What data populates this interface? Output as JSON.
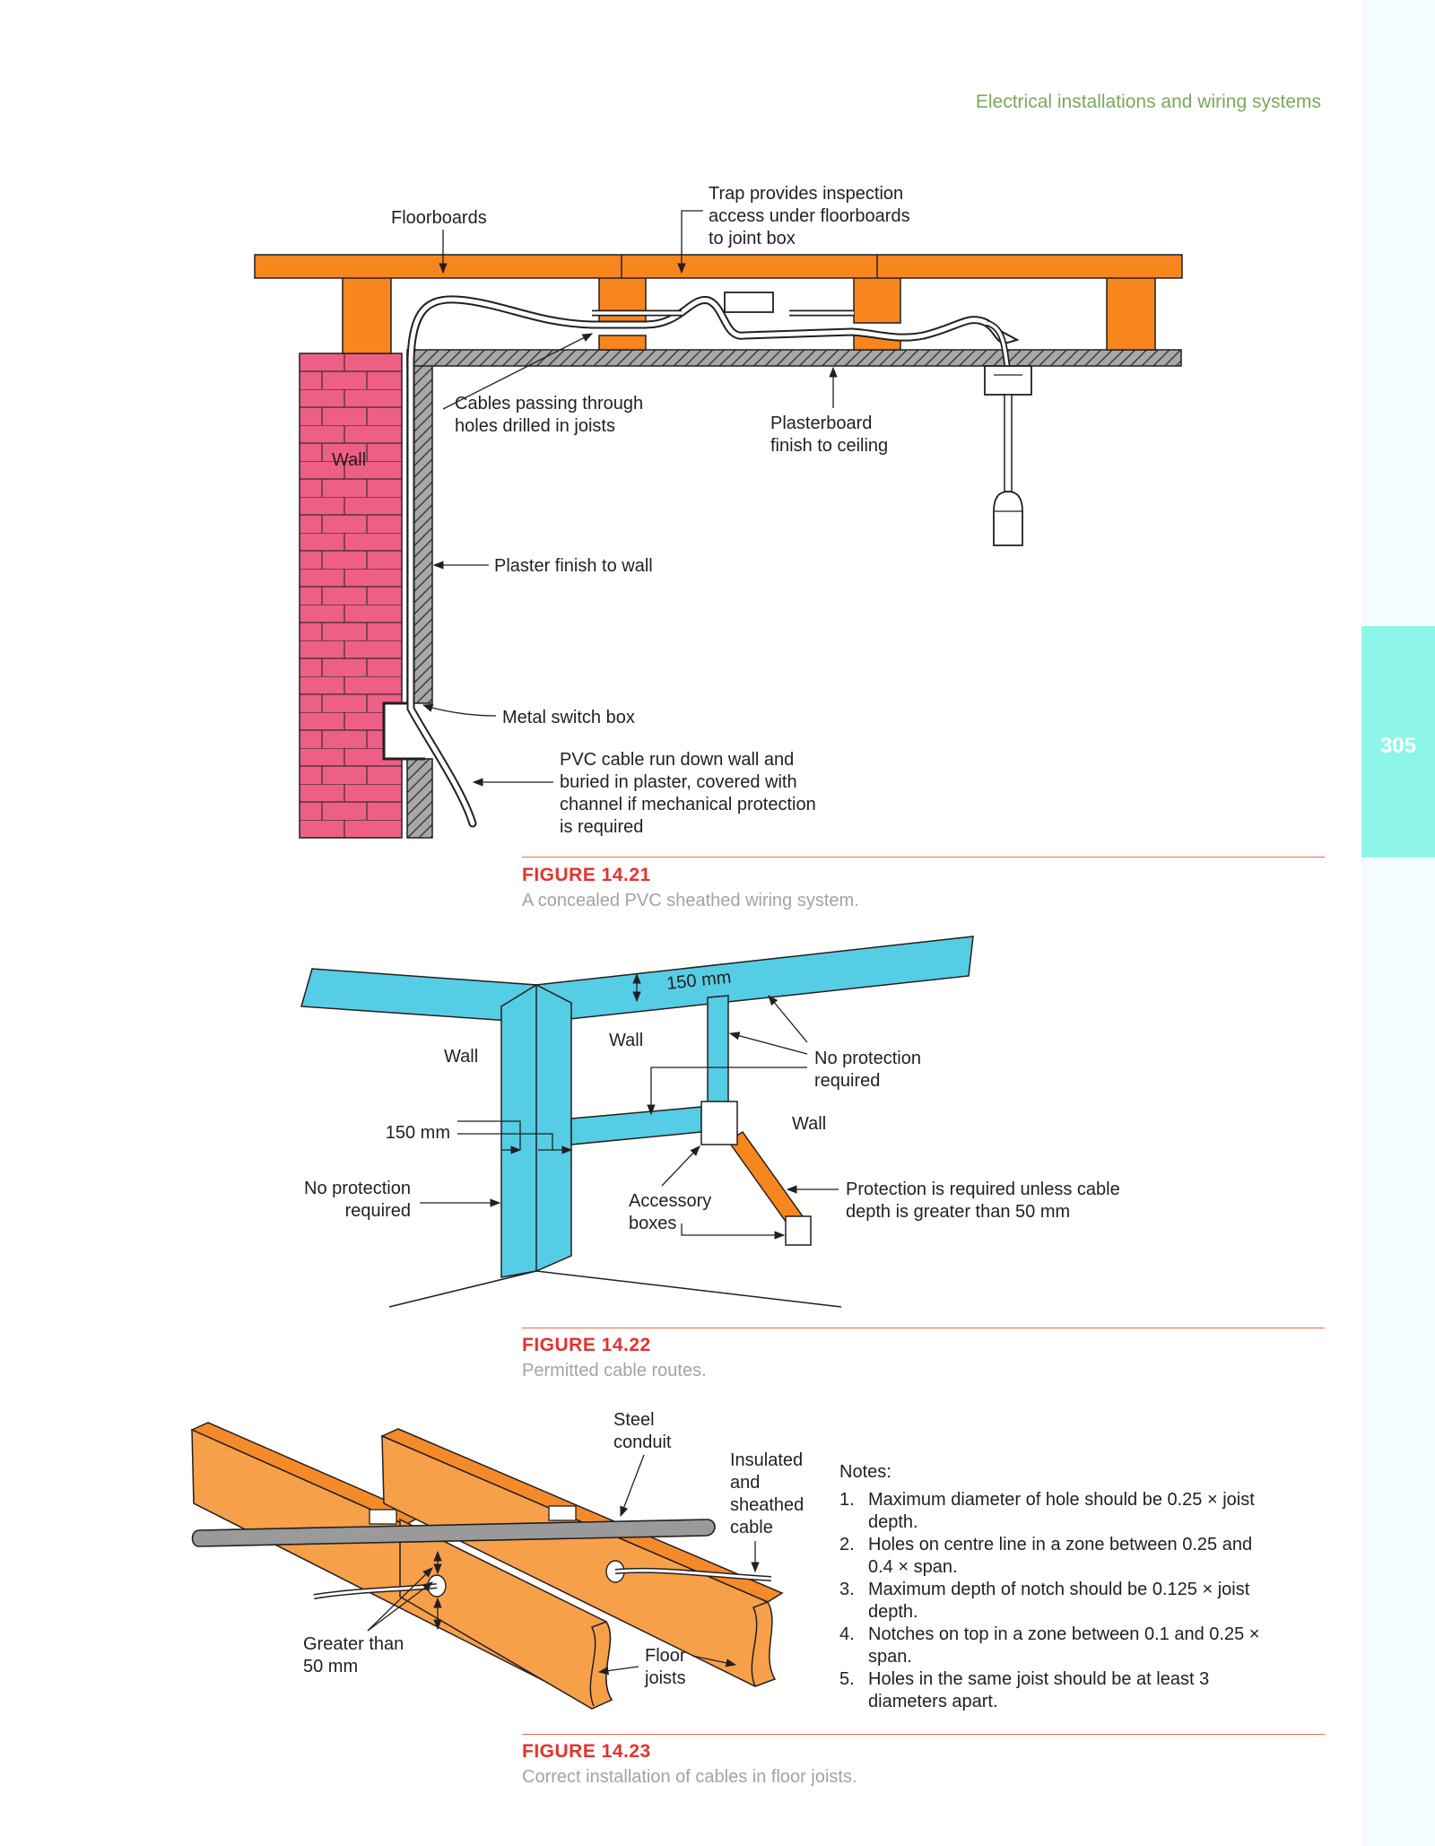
{
  "page": {
    "running_header": "Electrical installations and wiring systems",
    "page_number": "305"
  },
  "figure_14_21": {
    "label": "FIGURE 14.21",
    "caption": "A concealed PVC sheathed wiring system.",
    "labels": {
      "floorboards": "Floorboards",
      "trap": [
        "Trap provides inspection",
        "access under floorboards",
        "to joint box"
      ],
      "cables": [
        "Cables passing through",
        "holes drilled in joists"
      ],
      "plasterboard": [
        "Plasterboard",
        "finish to ceiling"
      ],
      "wall": "Wall",
      "plaster": "Plaster finish to wall",
      "switch_box": "Metal switch box",
      "pvc": [
        "PVC cable run down wall and",
        "buried in plaster, covered with",
        "channel if mechanical protection",
        "is required"
      ]
    },
    "colors": {
      "timber": "#f7861e",
      "brick": "#ee5f86",
      "plaster": "#7d7d7d"
    }
  },
  "figure_14_22": {
    "label": "FIGURE 14.22",
    "caption": "Permitted cable routes.",
    "labels": {
      "dim_top": "150 mm",
      "dim_left": "150 mm",
      "wall_left": "Wall",
      "wall_center": "Wall",
      "wall_right": "Wall",
      "no_protection_top": [
        "No protection",
        "required"
      ],
      "no_protection_left": [
        "No protection",
        "required"
      ],
      "accessory": [
        "Accessory",
        "boxes"
      ],
      "protection_required": [
        "Protection is required unless cable",
        "depth is greater than 50 mm"
      ]
    },
    "colors": {
      "zone": "#55cde4",
      "protected_run": "#f7861e"
    }
  },
  "figure_14_23": {
    "label": "FIGURE 14.23",
    "caption": "Correct installation of cables in floor joists.",
    "labels": {
      "steel_conduit": [
        "Steel",
        "conduit"
      ],
      "insulated": [
        "Insulated",
        "and",
        "sheathed",
        "cable"
      ],
      "greater": [
        "Greater than",
        "50 mm"
      ],
      "floor_joists": [
        "Floor",
        "joists"
      ]
    },
    "notes_title": "Notes:",
    "notes": [
      {
        "num": "1.",
        "text": "Maximum diameter of hole should be 0.25 × joist depth."
      },
      {
        "num": "2.",
        "text": "Holes on centre line in a zone between 0.25 and 0.4 × span."
      },
      {
        "num": "3.",
        "text": "Maximum depth of notch should be 0.125 × joist depth."
      },
      {
        "num": "4.",
        "text": "Notches on top in a zone between 0.1 and 0.25 × span."
      },
      {
        "num": "5.",
        "text": "Holes in the same joist should be at least 3 diameters apart."
      }
    ],
    "colors": {
      "joist_face": "#f7a04a",
      "joist_top": "#f58a2a",
      "conduit": "#9a9a9a"
    }
  }
}
